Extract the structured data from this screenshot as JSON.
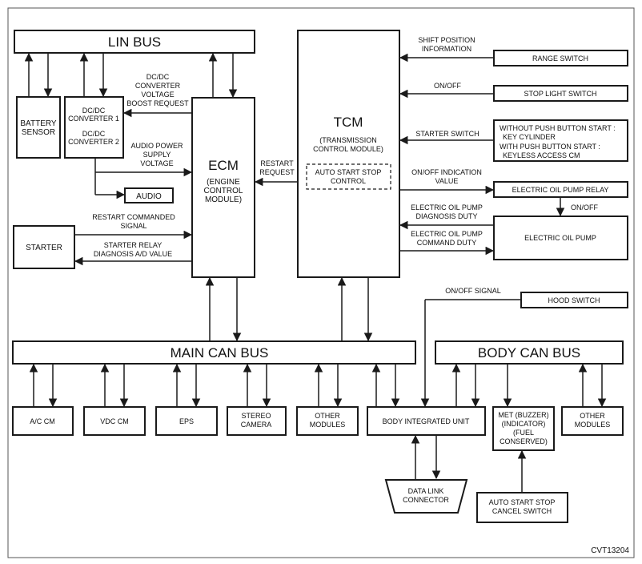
{
  "figure_code": "CVT13204",
  "buses": {
    "lin": "LIN BUS",
    "main_can": "MAIN CAN BUS",
    "body_can": "BODY CAN BUS"
  },
  "modules": {
    "battery_sensor": [
      "BATTERY",
      "SENSOR"
    ],
    "dcdc": [
      "DC/DC",
      "CONVERTER 1",
      "DC/DC",
      "CONVERTER 2"
    ],
    "audio": "AUDIO",
    "starter": "STARTER",
    "ecm_title": "ECM",
    "ecm_sub": [
      "(ENGINE",
      "CONTROL",
      "MODULE)"
    ],
    "tcm_title": "TCM",
    "tcm_sub": [
      "(TRANSMISSION",
      "CONTROL MODULE)"
    ],
    "auto_start_stop_control": [
      "AUTO START STOP",
      "CONTROL"
    ],
    "range_switch": "RANGE SWITCH",
    "stop_light_switch": "STOP LIGHT SWITCH",
    "starter_switch_box": [
      "WITHOUT PUSH BUTTON START :",
      "KEY CYLINDER",
      "WITH PUSH BUTTON START :",
      "KEYLESS ACCESS CM"
    ],
    "electric_oil_pump_relay": "ELECTRIC OIL PUMP RELAY",
    "electric_oil_pump": "ELECTRIC OIL PUMP",
    "hood_switch": "HOOD SWITCH",
    "ac_cm": "A/C CM",
    "vdc_cm": "VDC CM",
    "eps": "EPS",
    "stereo_camera": [
      "STEREO",
      "CAMERA"
    ],
    "other_modules_main": [
      "OTHER",
      "MODULES"
    ],
    "body_integrated_unit": "BODY INTEGRATED UNIT",
    "met": [
      "MET (BUZZER)",
      "(INDICATOR)",
      "(FUEL",
      "CONSERVED)"
    ],
    "other_modules_body": [
      "OTHER",
      "MODULES"
    ],
    "data_link_connector": [
      "DATA LINK",
      "CONNECTOR"
    ],
    "cancel_switch": [
      "AUTO START STOP",
      "CANCEL SWITCH"
    ]
  },
  "signals": {
    "dcdc_boost": [
      "DC/DC",
      "CONVERTER",
      "VOLTAGE",
      "BOOST REQUEST"
    ],
    "audio_power": [
      "AUDIO POWER",
      "SUPPLY",
      "VOLTAGE"
    ],
    "restart_commanded": [
      "RESTART COMMANDED",
      "SIGNAL"
    ],
    "starter_relay_diag": [
      "STARTER RELAY",
      "DIAGNOSIS A/D VALUE"
    ],
    "restart_request": [
      "RESTART",
      "REQUEST"
    ],
    "shift_position": [
      "SHIFT POSITION",
      "INFORMATION"
    ],
    "on_off_stop_light": "ON/OFF",
    "starter_switch": "STARTER SWITCH",
    "on_off_indication": [
      "ON/OFF INDICATION",
      "VALUE"
    ],
    "relay_to_pump": "ON/OFF",
    "pump_diagnosis": [
      "ELECTRIC OIL PUMP",
      "DIAGNOSIS DUTY"
    ],
    "pump_command": [
      "ELECTRIC OIL PUMP",
      "COMMAND DUTY"
    ],
    "hood_on_off": "ON/OFF SIGNAL"
  }
}
